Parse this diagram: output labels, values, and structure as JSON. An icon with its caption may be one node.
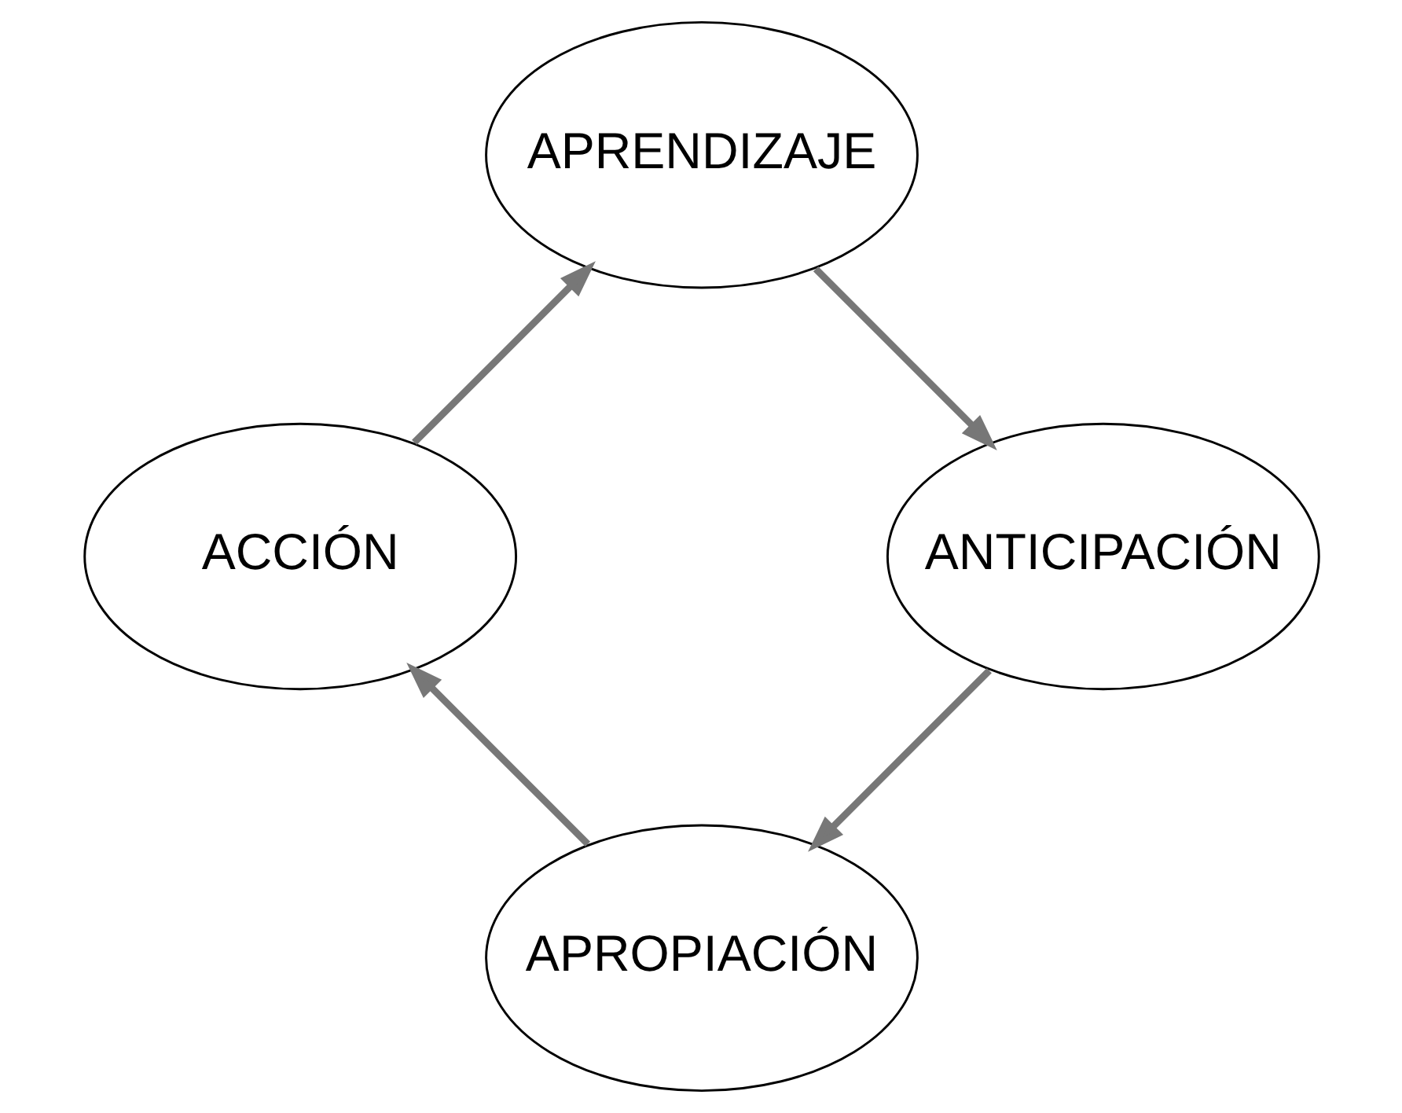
{
  "diagram": {
    "nodes": [
      {
        "text": [
          "APROPIACIÓN"
        ]
      },
      {
        "text": [
          "ACCIÓN"
        ]
      },
      {
        "text": [
          "APRENDIZAJE"
        ]
      },
      {
        "text": [
          "ANTICIPACIÓN"
        ]
      }
    ],
    "edges": [
      {
        "from": 0,
        "to": 1,
        "arrow": "to"
      },
      {
        "from": 1,
        "to": 2,
        "arrow": "to"
      },
      {
        "from": 2,
        "to": 3,
        "arrow": "to"
      },
      {
        "from": 3,
        "to": 0,
        "arrow": "to"
      }
    ]
  }
}
